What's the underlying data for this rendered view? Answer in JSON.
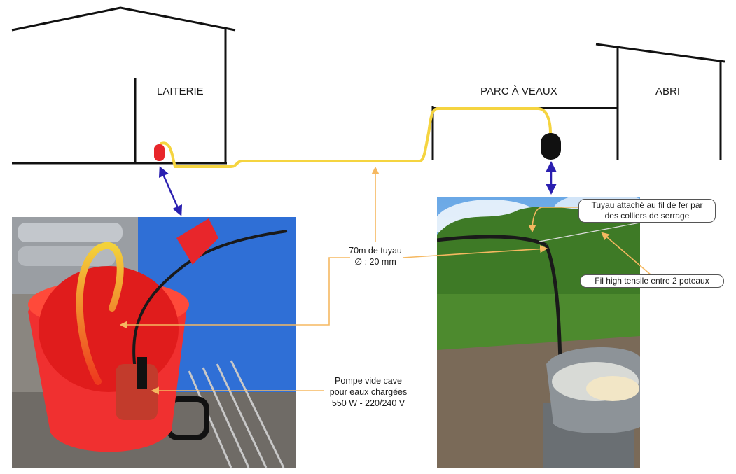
{
  "buildings": {
    "laiterie": "LAITERIE",
    "parc": "PARC À VEAUX",
    "abri": "ABRI"
  },
  "annotations": {
    "pipe_line1": "70m de tuyau",
    "pipe_line2": "∅ : 20 mm",
    "pump_line1": "Pompe vide cave",
    "pump_line2": "pour eaux chargées",
    "pump_line3": "550 W - 220/240 V",
    "attach_line1": "Tuyau attaché au fil de fer par",
    "attach_line2": "des colliers de serrage",
    "wire": "Fil high tensile entre 2 poteaux"
  },
  "colors": {
    "pipe": "#f5d440",
    "arrow_blue": "#2a1fb0",
    "callout": "#f5b860",
    "pump_float": "#e8262b",
    "trough_float": "#111111",
    "bucket": "#f03030",
    "wall_blue": "#2f6fd6",
    "sky": "#7fb6ea",
    "grass": "#4d8a2e",
    "mud": "#7a6a58"
  },
  "icons": {
    "pump_float": "float-switch-icon",
    "trough_float": "float-valve-icon"
  }
}
